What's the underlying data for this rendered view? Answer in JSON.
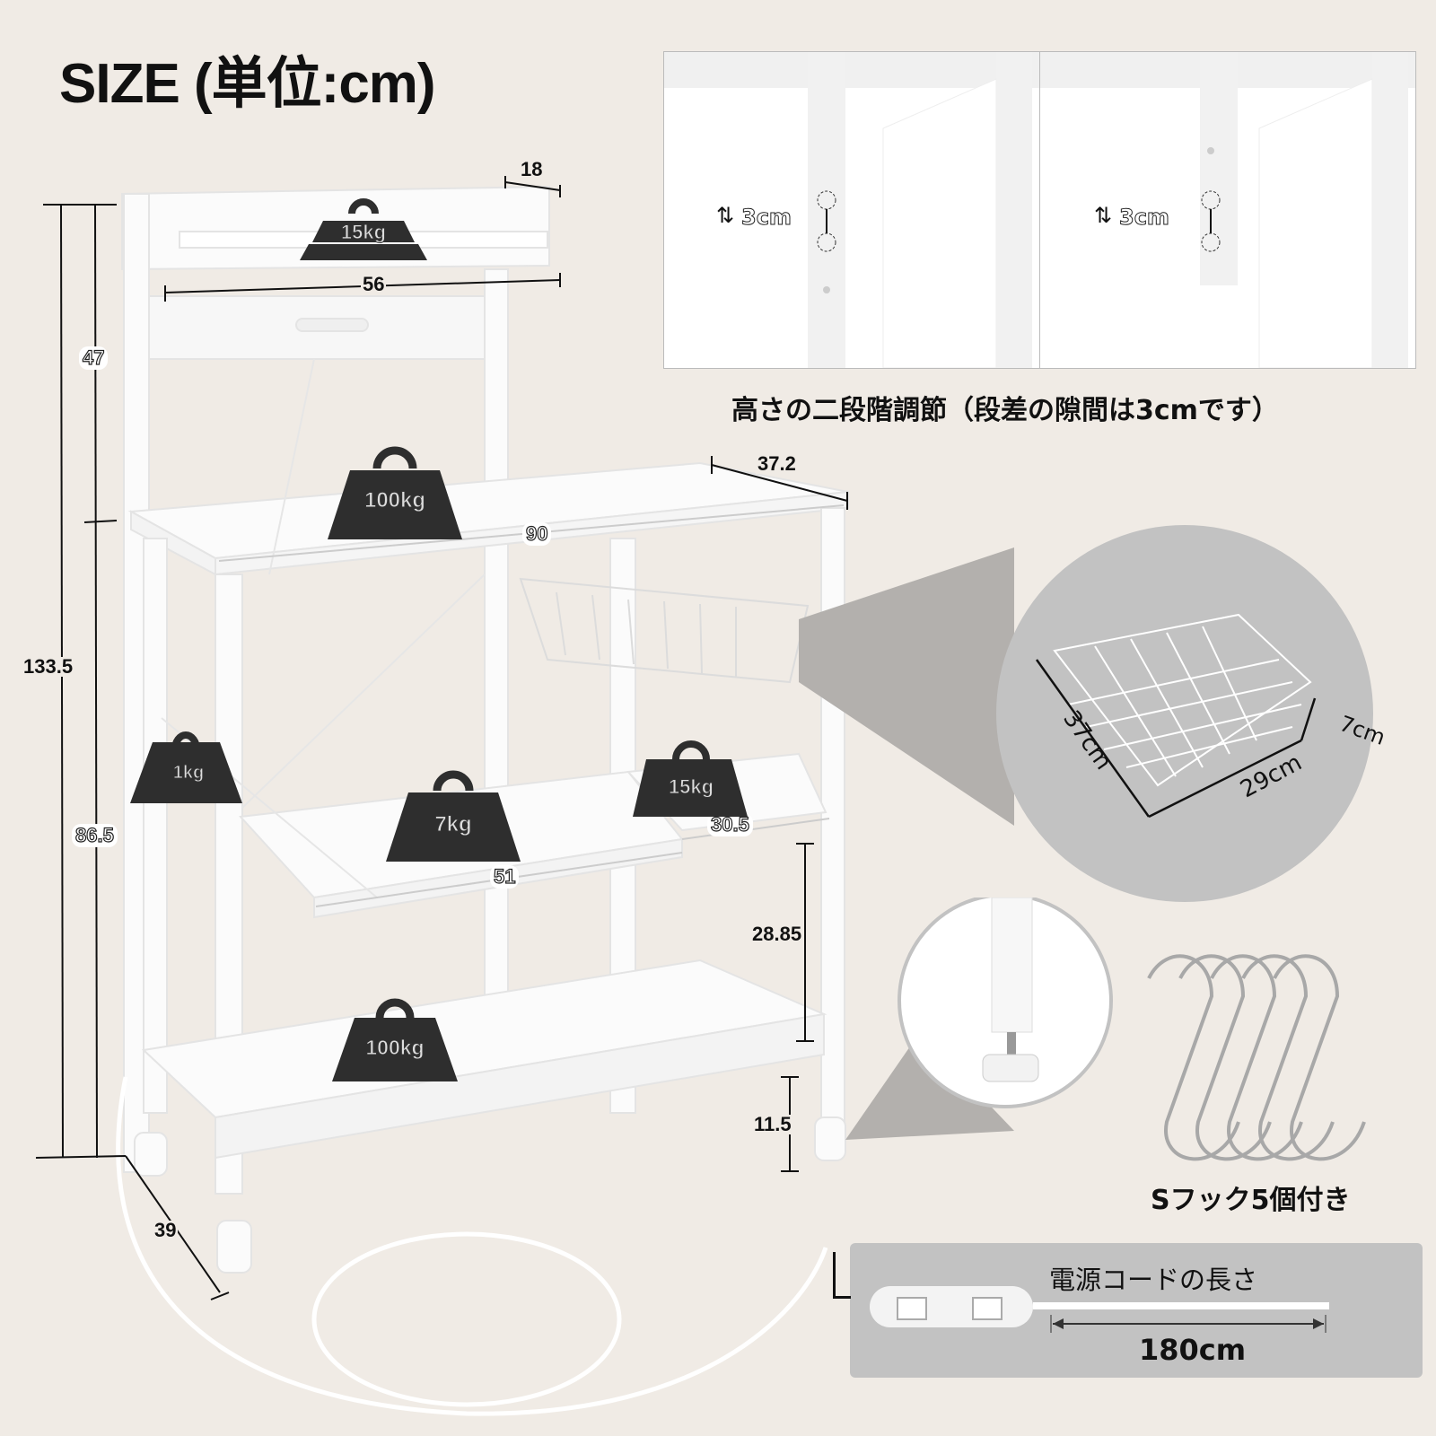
{
  "title": "SIZE (単位:cm)",
  "dimensions": {
    "top_shelf_depth": "18",
    "top_shelf_width": "56",
    "upper_height": "47",
    "total_height": "133.5",
    "counter_height": "86.5",
    "counter_depth": "37.2",
    "counter_width": "90",
    "pullout_width": "51",
    "side_shelf_width": "30.5",
    "lower_gap": "28.85",
    "bottom_clearance": "11.5",
    "base_depth": "39"
  },
  "weights": {
    "top_shelf": "15kg",
    "counter": "100kg",
    "hook": "1kg",
    "pullout": "7kg",
    "side_shelf": "15kg",
    "bottom_shelf": "100kg"
  },
  "height_adjust": {
    "panel_left_label": "3cm",
    "panel_right_label": "3cm",
    "caption": "高さの二段階調節（段差の隙間は3cmです）"
  },
  "basket": {
    "depth": "37cm",
    "width": "29cm",
    "height": "7cm"
  },
  "hooks": {
    "caption": "Sフック5個付き",
    "count": 5
  },
  "power_cord": {
    "label": "電源コードの長さ",
    "length": "180cm"
  },
  "colors": {
    "background": "#f0ebe5",
    "callout_gray": "#c2c2c2",
    "weight_black": "#2e2e2e"
  }
}
